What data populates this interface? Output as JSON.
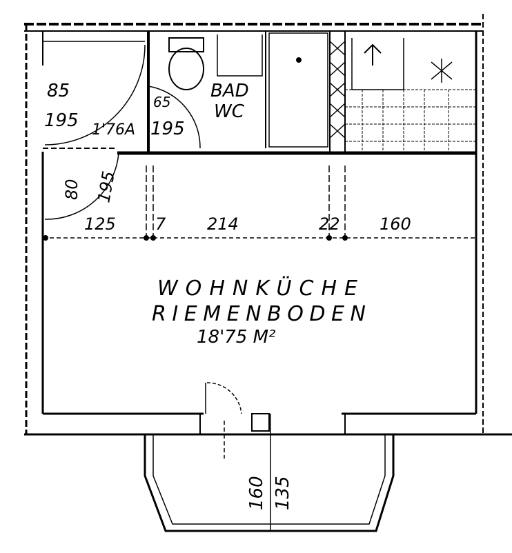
{
  "rooms": {
    "bath_label_1": "BAD",
    "bath_label_2": "WC",
    "living_label_1": "WOHNKÜCHE",
    "living_label_2": "RIEMENBODEN",
    "living_area": "18'75 M²"
  },
  "doors": {
    "entry_width": "85",
    "entry_height": "195",
    "hall_height": "1'76A",
    "bath_width": "65",
    "bath_height": "195",
    "living_width": "80",
    "living_height": "195"
  },
  "dimensions": {
    "d1": "125",
    "d2": "7",
    "d3": "214",
    "d4": "22",
    "d5": "160",
    "balcony_depth": "160",
    "balcony_height": "135"
  },
  "colors": {
    "ink": "#000000",
    "paper": "#ffffff"
  }
}
